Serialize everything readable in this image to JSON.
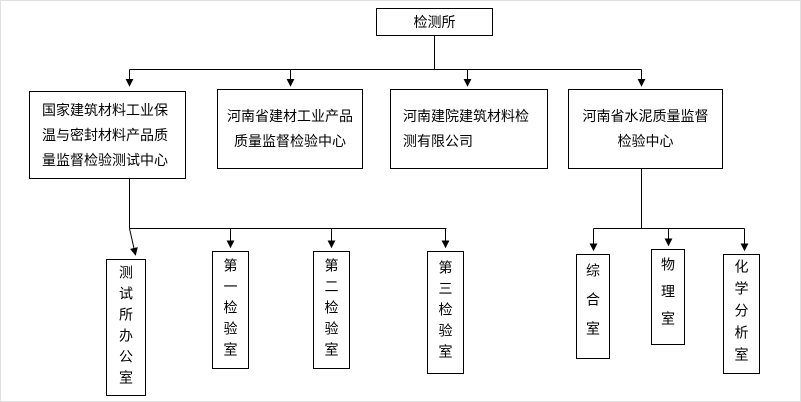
{
  "diagram": {
    "root": {
      "label": "检测所"
    },
    "centers": [
      {
        "label": "国家建筑材料工业保温与密封材料产品质量监督检验测试中心",
        "lines": [
          "国家建筑材料工业保",
          "温与密封材料产品质",
          "量监督检验测试中心"
        ]
      },
      {
        "label": "河南省建材工业产品质量监督检验中心",
        "lines": [
          "河南省建材工业产品",
          "质量监督检验中心"
        ]
      },
      {
        "label": "河南建院建筑材料检测有限公司",
        "lines": [
          "河南建院建筑材料检",
          "测有限公司"
        ]
      },
      {
        "label": "河南省水泥质量监督检验中心",
        "lines": [
          "河南省水泥质量监督",
          "检验中心"
        ]
      }
    ],
    "rooms": [
      {
        "label": "测试所办公室"
      },
      {
        "label": "第一检验室"
      },
      {
        "label": "第二检验室"
      },
      {
        "label": "第三检验室"
      },
      {
        "label": "综合室"
      },
      {
        "label": "物理室"
      },
      {
        "label": "化学分析室"
      }
    ]
  }
}
